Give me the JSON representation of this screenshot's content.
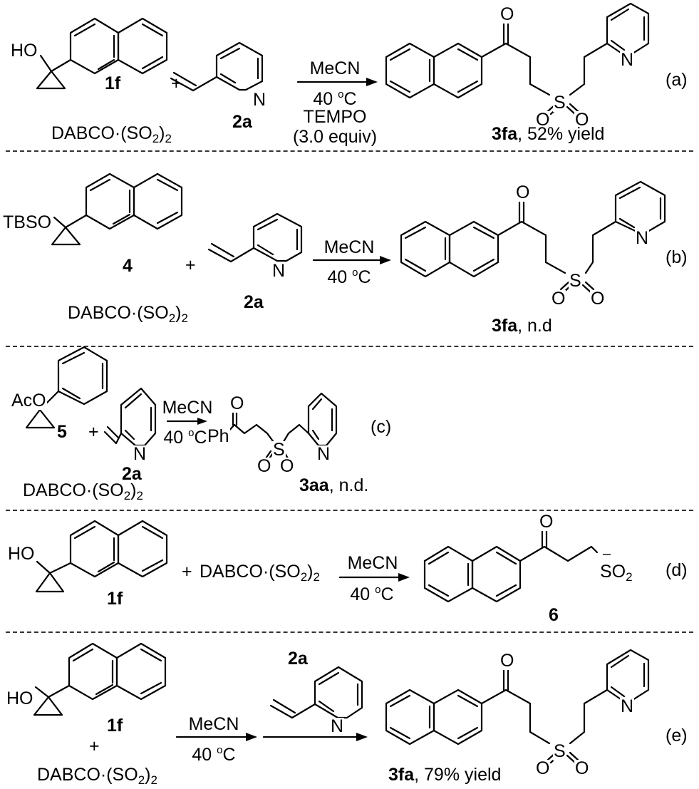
{
  "figure": {
    "title": "Control experiments",
    "common": {
      "reagent_sulfur": "DABCO·(SO",
      "reagent_sub": "2",
      "reagent_close": ")",
      "reagent_sub2": "2",
      "solvent": "MeCN",
      "temp_value": "40 ",
      "temp_deg": "o",
      "temp_unit": "C",
      "plus": "+",
      "atom_HO": "HO",
      "atom_O": "O",
      "atom_S": "S",
      "atom_N": "N"
    },
    "panels": [
      {
        "tag": "(a)",
        "substrate_label": "1f",
        "substrate_group": "HO",
        "alkene_label": "2a",
        "extra_conditions": [
          "TEMPO",
          "(3.0 equiv)"
        ],
        "product_label": "3fa",
        "product_result": ", 52% yield"
      },
      {
        "tag": "(b)",
        "substrate_label": "4",
        "substrate_group": "TBSO",
        "alkene_label": "2a",
        "product_label": "3fa",
        "product_result": ", n.d"
      },
      {
        "tag": "(c)",
        "substrate_label": "5",
        "substrate_group": "AcO",
        "alkene_label": "2a",
        "product_prefix": "Ph",
        "product_label": "3aa",
        "product_result": ", n.d."
      },
      {
        "tag": "(d)",
        "substrate_label": "1f",
        "substrate_group": "HO",
        "product_label": "6",
        "product_charge": "–",
        "product_group_main": "SO",
        "product_group_sub": "2"
      },
      {
        "tag": "(e)",
        "substrate_label": "1f",
        "substrate_group": "HO",
        "alkene_label": "2a",
        "product_label": "3fa",
        "product_result": ", 79% yield"
      }
    ]
  }
}
